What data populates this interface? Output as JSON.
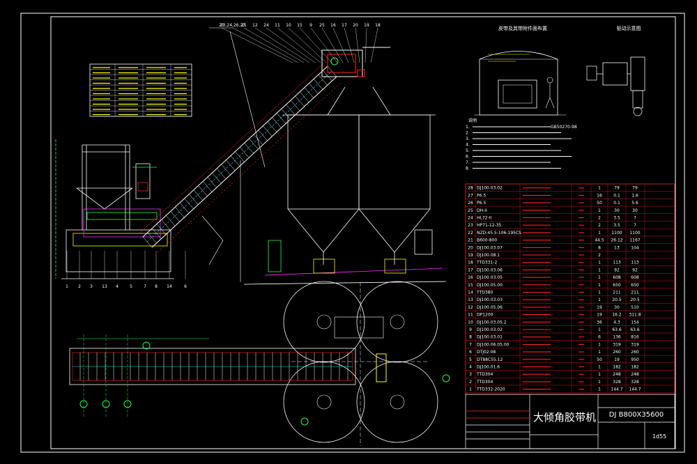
{
  "drawing": {
    "title_cn": "大倾角胶带机",
    "model": "DJ B800X35600",
    "drawing_no": "1d55",
    "section_title": "皮带及其带附件面布置",
    "drive_title": "驱动示意图",
    "standard_note": "GB50270-98",
    "callouts_top": [
      "21",
      "23,24,26,27",
      "21",
      "12",
      "24",
      "11",
      "10",
      "15",
      "9",
      "25",
      "16",
      "17",
      "20",
      "19",
      "18"
    ],
    "callouts_bottom": [
      "1",
      "2",
      "3",
      "13",
      "4",
      "5",
      "7",
      "8",
      "14",
      "6"
    ],
    "frame_color": "#ffffff",
    "line_color": "#ffffff",
    "red": "#ff2020",
    "yellow": "#ffff00",
    "green": "#22ff44",
    "cyan": "#00e5ff",
    "magenta": "#ff33ff"
  },
  "parts_table": {
    "rows": [
      {
        "no": "28",
        "code": "DJ100.03.02",
        "qty": "1",
        "unit": "79",
        "total": "79"
      },
      {
        "no": "27",
        "code": "P6.5",
        "qty": "16",
        "unit": "0.1",
        "total": "1.6"
      },
      {
        "no": "26",
        "code": "P6.5",
        "qty": "50",
        "unit": "0.1",
        "total": "5.6"
      },
      {
        "no": "25",
        "code": "DH-II",
        "qty": "1",
        "unit": "30",
        "total": "30"
      },
      {
        "no": "24",
        "code": "HL72-II",
        "qty": "2",
        "unit": "3.5",
        "total": "7"
      },
      {
        "no": "23",
        "code": "HP71-12-35",
        "qty": "2",
        "unit": "3.5",
        "total": "7"
      },
      {
        "no": "22",
        "code": "NZD-45.5-106-195CS",
        "qty": "1",
        "unit": "1100",
        "total": "1100"
      },
      {
        "no": "21",
        "code": "B600-800",
        "qty": "44.5",
        "unit": "26.12",
        "total": "1167"
      },
      {
        "no": "20",
        "code": "DJ100.03.07",
        "qty": "8",
        "unit": "13",
        "total": "104"
      },
      {
        "no": "19",
        "code": "DJ100.08.1",
        "qty": "2",
        "unit": "",
        "total": ""
      },
      {
        "no": "18",
        "code": "TTD331-2",
        "qty": "1",
        "unit": "113",
        "total": "113"
      },
      {
        "no": "17",
        "code": "DJ100.03.06",
        "qty": "1",
        "unit": "92",
        "total": "92"
      },
      {
        "no": "16",
        "code": "DJ100.03.05",
        "qty": "1",
        "unit": "608",
        "total": "608"
      },
      {
        "no": "15",
        "code": "DJ100.05.00",
        "qty": "1",
        "unit": "650",
        "total": "650"
      },
      {
        "no": "14",
        "code": "TTD380",
        "qty": "1",
        "unit": "211",
        "total": "211"
      },
      {
        "no": "13",
        "code": "DJ100.03.03",
        "qty": "1",
        "unit": "20.5",
        "total": "20.5"
      },
      {
        "no": "12",
        "code": "DJ100.05.06",
        "qty": "19",
        "unit": "30",
        "total": "510"
      },
      {
        "no": "11",
        "code": "DP1200",
        "qty": "19",
        "unit": "16.2",
        "total": "311.8"
      },
      {
        "no": "10",
        "code": "DJ100.03.05.2",
        "qty": "36",
        "unit": "4.3",
        "total": "154"
      },
      {
        "no": "9",
        "code": "DJ100.03.02",
        "qty": "1",
        "unit": "63.6",
        "total": "63.6"
      },
      {
        "no": "8",
        "code": "DJ100.03.01",
        "qty": "6",
        "unit": "136",
        "total": "816"
      },
      {
        "no": "7",
        "code": "DJ100.06.05.00",
        "qty": "1",
        "unit": "319",
        "total": "319"
      },
      {
        "no": "6",
        "code": "DTJ02.08",
        "qty": "1",
        "unit": "260",
        "total": "260"
      },
      {
        "no": "5",
        "code": "DT88C55.12",
        "qty": "50",
        "unit": "19",
        "total": "950"
      },
      {
        "no": "4",
        "code": "DJ100.01.6",
        "qty": "1",
        "unit": "182",
        "total": "182"
      },
      {
        "no": "3",
        "code": "TTD304",
        "qty": "1",
        "unit": "248",
        "total": "248"
      },
      {
        "no": "2",
        "code": "TTD304",
        "qty": "1",
        "unit": "328",
        "total": "328"
      },
      {
        "no": "1",
        "code": "TTD332-2020",
        "qty": "1",
        "unit": "144.7",
        "total": "144.7"
      }
    ]
  },
  "notes": {
    "heading": "说明",
    "items": [
      "1.",
      "2.",
      "3.",
      "4.",
      "5.",
      "6.",
      "7.",
      "8."
    ]
  }
}
